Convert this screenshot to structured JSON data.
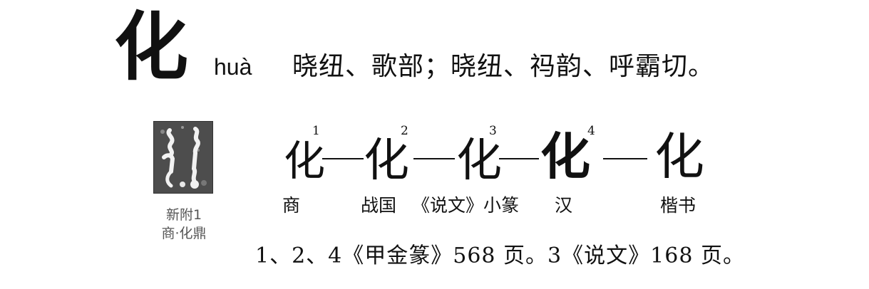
{
  "entry": {
    "character": "化",
    "pinyin": "huà",
    "fanqie": "晓纽、歌部；晓纽、祃韵、呼霸切。"
  },
  "rubbing": {
    "caption_line1": "新附1",
    "caption_line2": "商·化鼎"
  },
  "evolution": {
    "forms": [
      {
        "glyph": "化",
        "number": "1",
        "era": "商"
      },
      {
        "glyph": "化",
        "number": "2",
        "era": "战国"
      },
      {
        "glyph": "化",
        "number": "3",
        "era": "《说文》小篆"
      },
      {
        "glyph": "化",
        "number": "4",
        "era": "汉"
      },
      {
        "glyph": "化",
        "number": "",
        "era": "楷书"
      }
    ]
  },
  "source_note": "1、2、4《甲金篆》568 页。3《说文》168 页。"
}
